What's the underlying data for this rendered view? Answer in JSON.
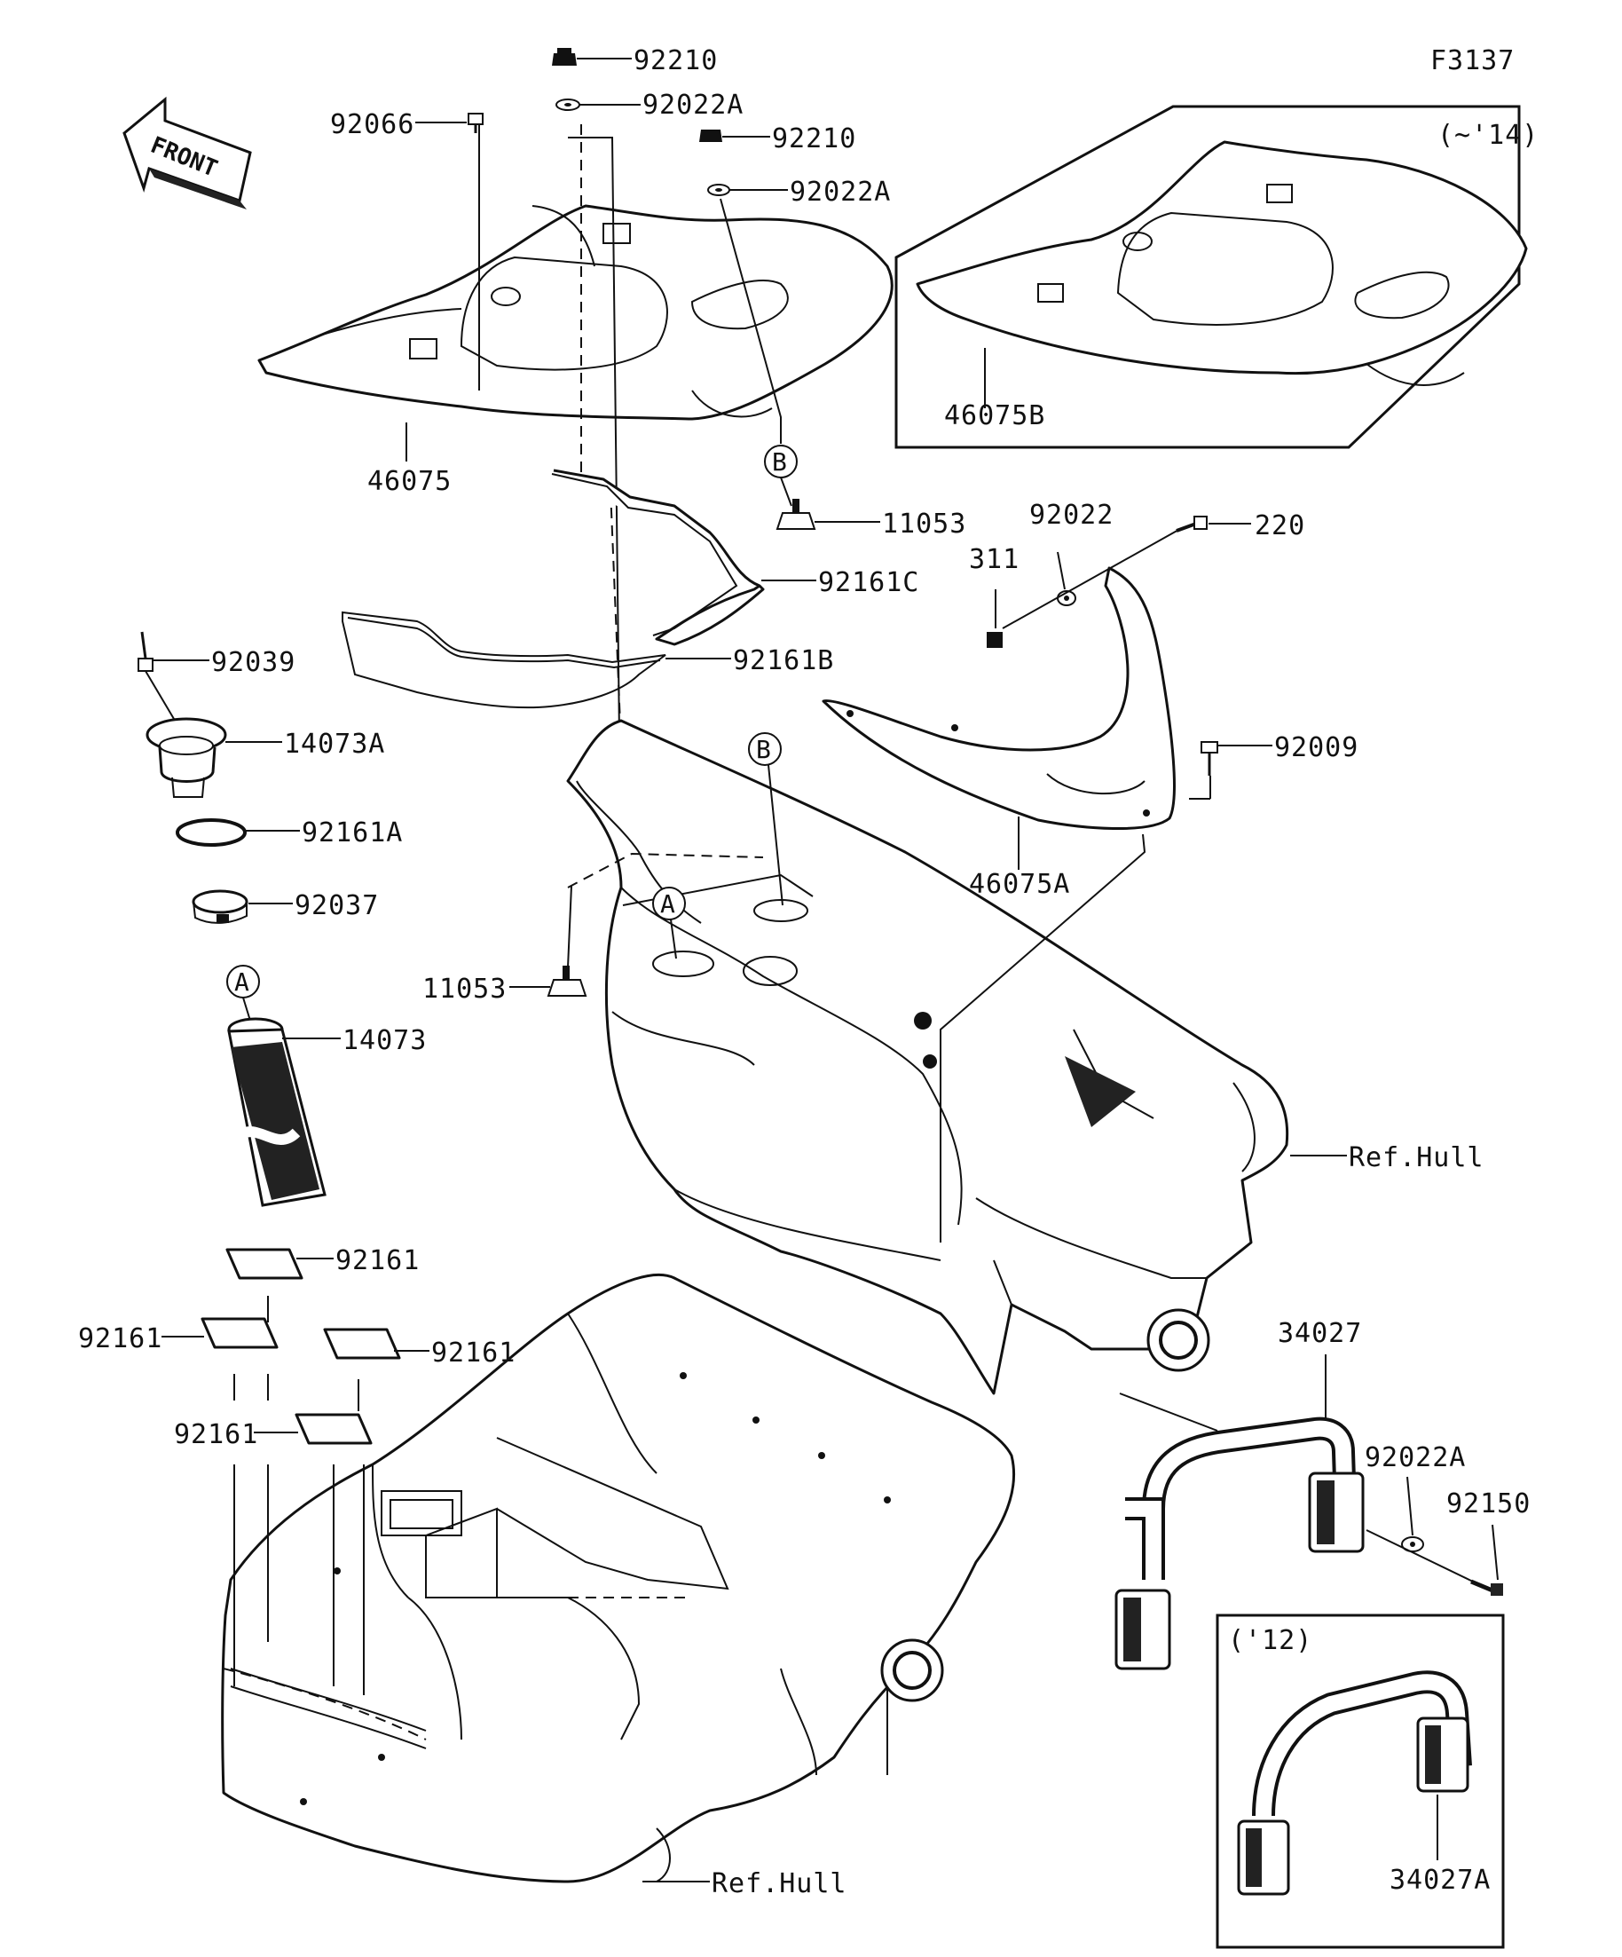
{
  "figure_code": "F3137",
  "front_label": "FRONT",
  "variant_labels": {
    "up_to_2014": "(~'14)",
    "year_2012": "('12)"
  },
  "callouts": {
    "A": "A",
    "B": "B"
  },
  "part_numbers": {
    "p92210_top": "92210",
    "p92022A_top": "92022A",
    "p92066": "92066",
    "p92210_mid": "92210",
    "p92022A_mid": "92022A",
    "p46075": "46075",
    "p46075B": "46075B",
    "p11053_top": "11053",
    "p92161C": "92161C",
    "p92161B": "92161B",
    "p92039": "92039",
    "p14073A": "14073A",
    "p92161A": "92161A",
    "p92037": "92037",
    "p14073": "14073",
    "p11053_mid": "11053",
    "p311": "311",
    "p92022": "92022",
    "p220": "220",
    "p92009": "92009",
    "p46075A": "46075A",
    "ref_hull_right": "Ref.Hull",
    "p92161_a": "92161",
    "p92161_b": "92161",
    "p92161_c": "92161",
    "p92161_d": "92161",
    "p34027": "34027",
    "p92022A_bottom": "92022A",
    "p92150": "92150",
    "p34027A": "34027A",
    "ref_hull_bottom": "Ref.Hull"
  },
  "icons": [
    "front-arrow-icon",
    "bolt-icon",
    "washer-icon",
    "nut-icon",
    "clip-icon",
    "grab-handle-icon"
  ]
}
